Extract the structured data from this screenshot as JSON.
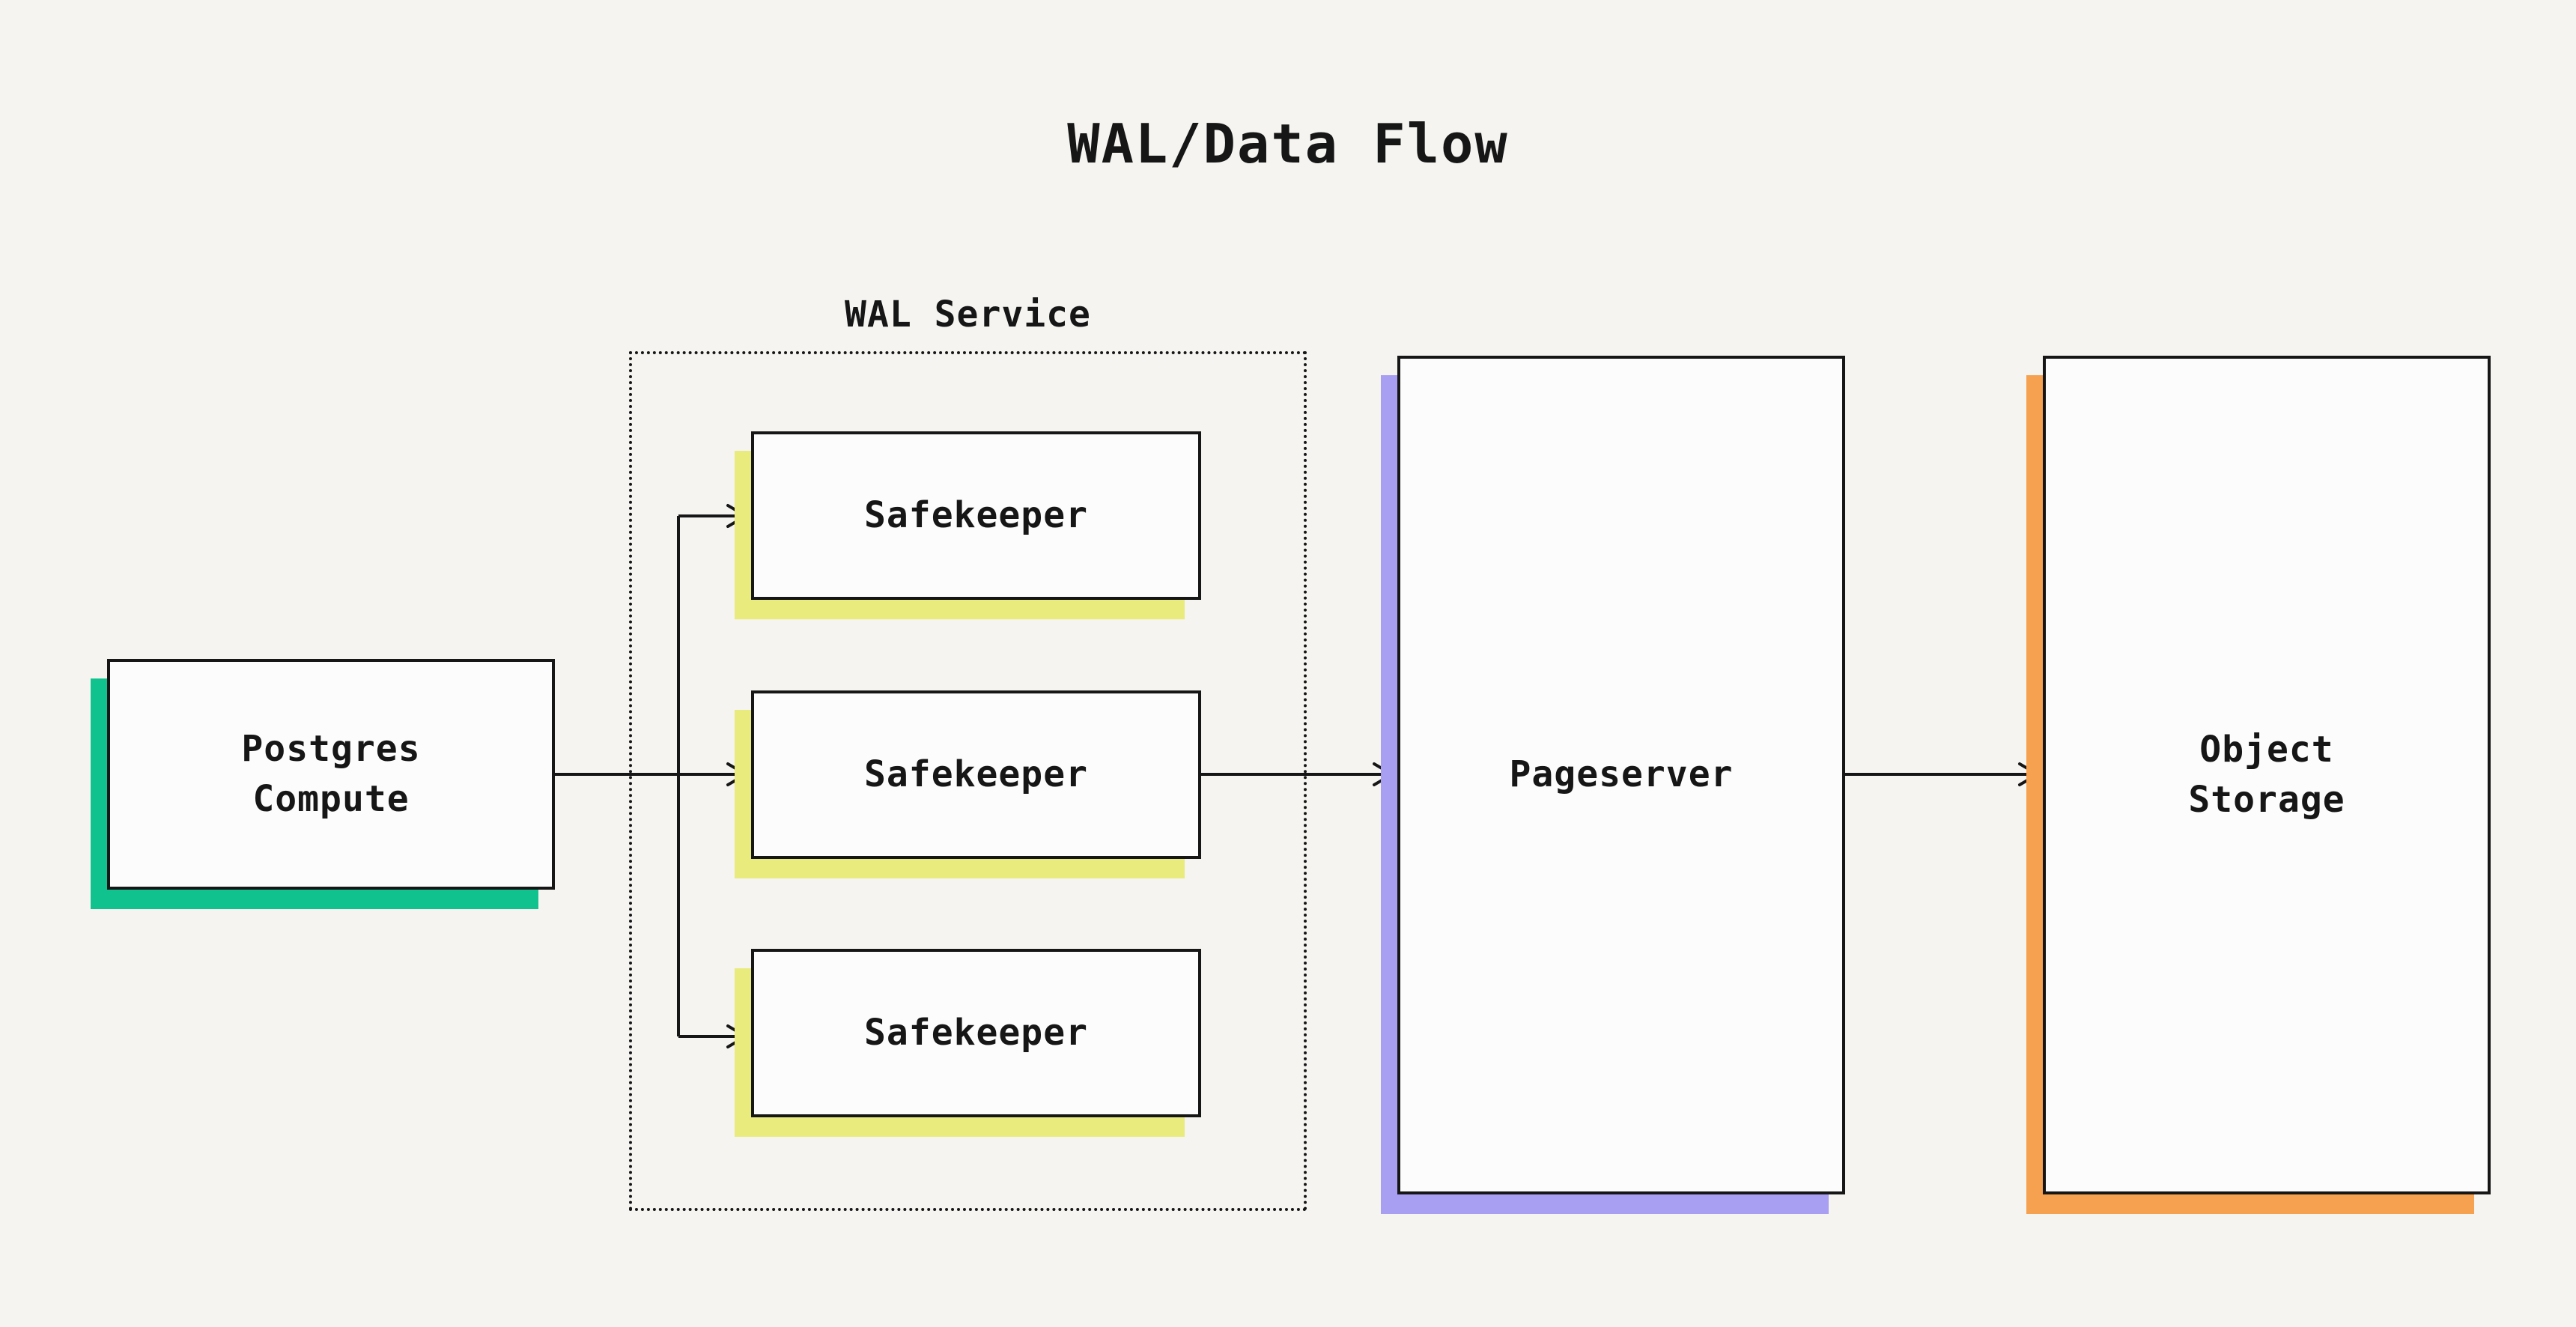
{
  "diagram": {
    "title": "WAL/Data Flow"
  },
  "wal_service": {
    "label": "WAL Service"
  },
  "nodes": {
    "postgres_compute": {
      "label": "Postgres\nCompute",
      "accent": "#10c38e"
    },
    "safekeepers": [
      {
        "label": "Safekeeper",
        "accent": "#e9eb7c"
      },
      {
        "label": "Safekeeper",
        "accent": "#e9eb7c"
      },
      {
        "label": "Safekeeper",
        "accent": "#e9eb7c"
      }
    ],
    "pageserver": {
      "label": "Pageserver",
      "accent": "#a89ff2"
    },
    "object_storage": {
      "label": "Object\nStorage",
      "accent": "#f6a14f"
    }
  },
  "edges": [
    {
      "from": "postgres-compute",
      "to": "safekeeper-1"
    },
    {
      "from": "postgres-compute",
      "to": "safekeeper-2"
    },
    {
      "from": "postgres-compute",
      "to": "safekeeper-3"
    },
    {
      "from": "safekeeper-2",
      "to": "pageserver"
    },
    {
      "from": "pageserver",
      "to": "object-storage"
    }
  ],
  "colors": {
    "background": "#f5f4f1",
    "node_fill": "#fcfcfc",
    "stroke": "#161616",
    "green_accent": "#10c38e",
    "yellow_accent": "#e9eb7c",
    "purple_accent": "#a89ff2",
    "orange_accent": "#f6a14f"
  }
}
